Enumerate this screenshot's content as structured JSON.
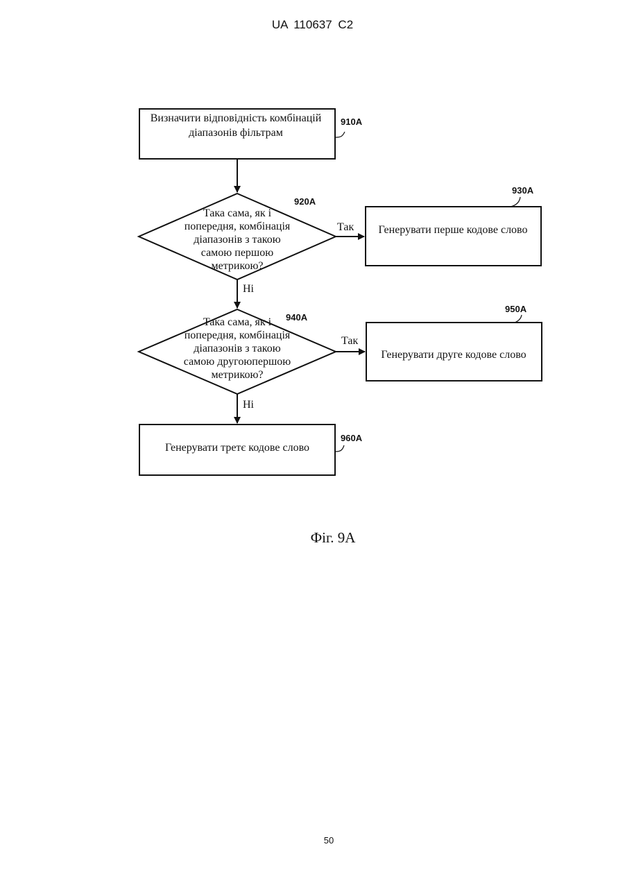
{
  "header": "UA 110637 C2",
  "page_number": "50",
  "caption": "Фіг. 9А",
  "nodes": {
    "n910": {
      "ref": "910A",
      "lines": [
        "Визначити відповідність комбінацій",
        "діапазонів фільтрам"
      ]
    },
    "n920": {
      "ref": "920A",
      "lines": [
        "Така сама, як і",
        "попередня, комбінація",
        "діапазонів з такою",
        "самою першою",
        "метрикою?"
      ]
    },
    "n930": {
      "ref": "930A",
      "lines": [
        "Генерувати перше кодове слово"
      ]
    },
    "n940": {
      "ref": "940A",
      "lines": [
        "Така сама, як і",
        "попередня, комбінація",
        "діапазонів з такою",
        "самою другоюпершою",
        "метрикою?"
      ]
    },
    "n950": {
      "ref": "950A",
      "lines": [
        "Генерувати друге кодове слово"
      ]
    },
    "n960": {
      "ref": "960A",
      "lines": [
        "Генерувати третє кодове слово"
      ]
    }
  },
  "edges": {
    "yes1": "Так",
    "no1": "Ні",
    "yes2": "Так",
    "no2": "Ні"
  }
}
